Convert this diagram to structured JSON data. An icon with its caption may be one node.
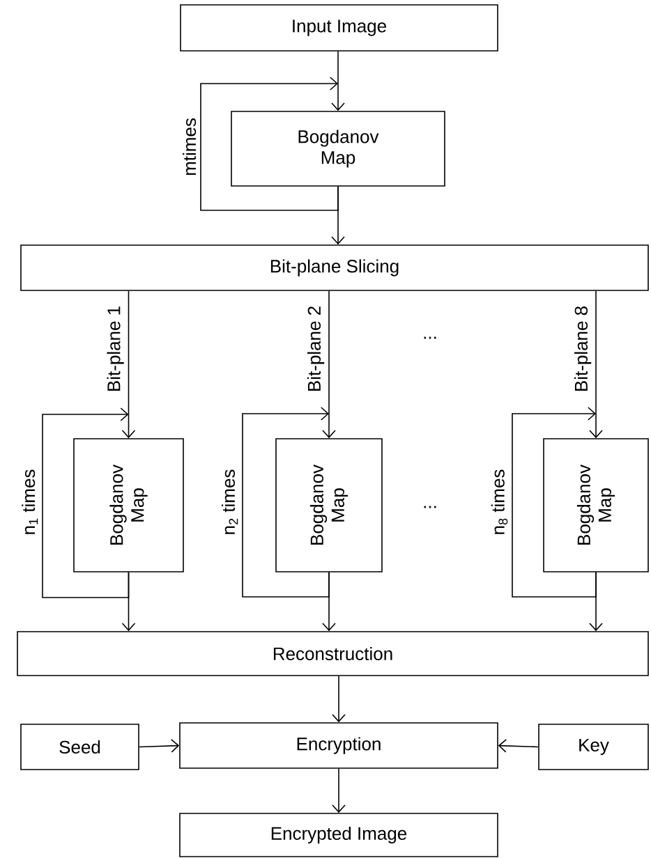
{
  "diagram": {
    "nodes": [
      {
        "text": [
          "Input Image"
        ]
      },
      {
        "text": [
          "Bogdanov Map"
        ]
      },
      {
        "text": [
          "Bit-plane Slicing"
        ]
      },
      {
        "text": [
          "Bogdanov Map"
        ]
      },
      {
        "text": [
          "Bogdanov Map"
        ]
      },
      {
        "text": [
          "Bogdanov Map"
        ]
      },
      {
        "text": [
          "Reconstruction"
        ]
      },
      {
        "text": [
          "Seed"
        ]
      },
      {
        "text": [
          "Encryption"
        ]
      },
      {
        "text": [
          "Key"
        ]
      },
      {
        "text": [
          "Encrypted Image"
        ]
      }
    ],
    "edges": [
      {
        "from": 0,
        "to": 1,
        "arrow": "to"
      },
      {
        "from": 1,
        "to": 1,
        "arrow": "to",
        "label": "mtimes"
      },
      {
        "from": 1,
        "to": 2,
        "arrow": "to"
      },
      {
        "from": 2,
        "to": 3,
        "arrow": "to",
        "label": "Bit-plane 1"
      },
      {
        "from": 2,
        "to": 4,
        "arrow": "to",
        "label": "Bit-plane 2"
      },
      {
        "from": 2,
        "to": 5,
        "arrow": "to",
        "label": "Bit-plane 8"
      },
      {
        "from": 3,
        "to": 3,
        "arrow": "to",
        "label": "n$_{1}$ times"
      },
      {
        "from": 4,
        "to": 4,
        "arrow": "to",
        "label": "n$_{2}$ times"
      },
      {
        "from": 5,
        "to": 5,
        "arrow": "to",
        "label": "n$_{8}$ times"
      },
      {
        "from": 3,
        "to": 6,
        "arrow": "to"
      },
      {
        "from": 4,
        "to": 6,
        "arrow": "to"
      },
      {
        "from": 5,
        "to": 6,
        "arrow": "to"
      },
      {
        "from": 6,
        "to": 8,
        "arrow": "to"
      },
      {
        "from": 7,
        "to": 8,
        "arrow": "to"
      },
      {
        "from": 9,
        "to": 8,
        "arrow": "to"
      },
      {
        "from": 8,
        "to": 10,
        "arrow": "to"
      }
    ],
    "labels": [
      "...",
      "..."
    ]
  }
}
